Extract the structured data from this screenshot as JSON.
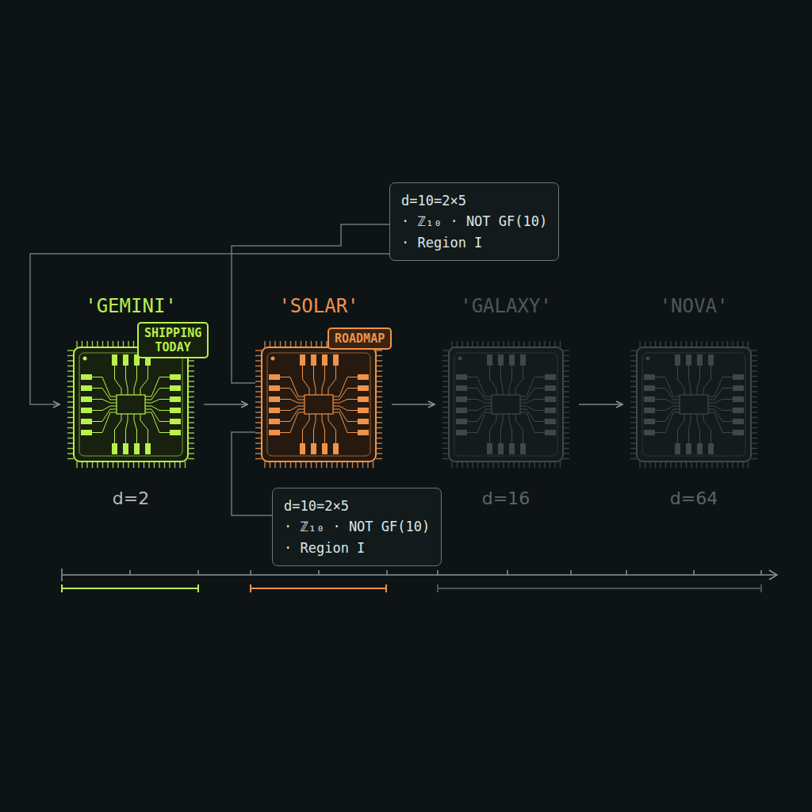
{
  "diagram": {
    "nodes": [
      {
        "text": [
          "d=10=2×5",
          "· ℤ₁₀ · NOT GF(10)",
          "· Region I"
        ]
      },
      {
        "text": [
          "'GEMINI'",
          "d=2"
        ]
      },
      {
        "text": [
          "SHIPPING TODAY"
        ],
        "in": 1
      },
      {
        "text": [
          "'SOLAR'"
        ]
      },
      {
        "text": [
          "ROADMAP"
        ],
        "in": 3
      },
      {
        "text": [
          "'GALAXY'",
          "d=16"
        ]
      },
      {
        "text": [
          "'NOVA'",
          "d=64"
        ]
      },
      {
        "text": [
          "d=10=2×5",
          "· ℤ₁₀ · NOT GF(10)",
          "· Region I"
        ]
      }
    ],
    "edges": [
      {
        "from": 1,
        "to": 3,
        "arrow": "to"
      },
      {
        "from": 3,
        "to": 5,
        "arrow": "to"
      },
      {
        "from": 5,
        "to": 6,
        "arrow": "to"
      },
      {
        "from": 0,
        "to": 1,
        "arrow": "to"
      },
      {
        "from": 0,
        "to": 3,
        "arrow": "none"
      },
      {
        "from": 7,
        "to": 3,
        "arrow": "none"
      }
    ]
  }
}
